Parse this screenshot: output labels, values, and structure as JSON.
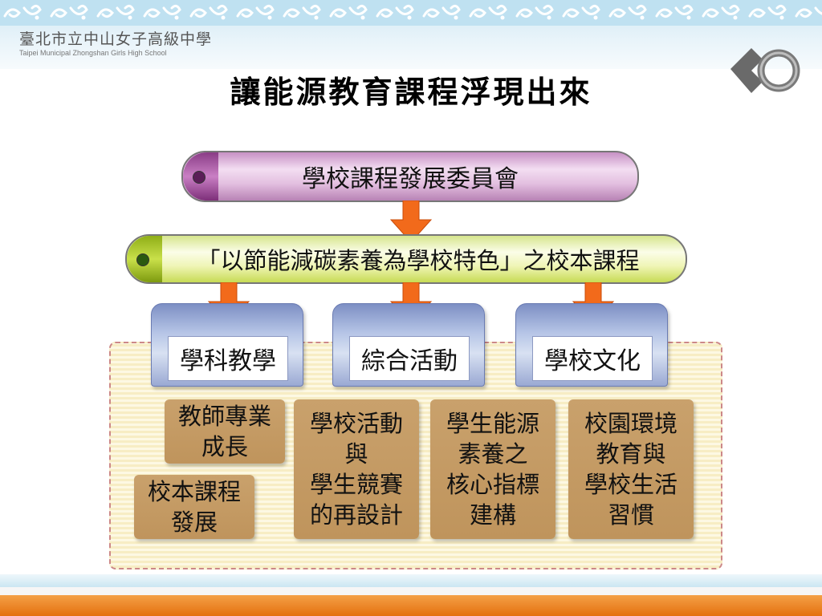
{
  "header": {
    "school_name_zh": "臺北市立中山女子高級中學",
    "school_name_en": "Taipei Municipal Zhongshan Girls High School"
  },
  "title": "讓能源教育課程浮現出來",
  "diagram": {
    "committee": "學校課程發展委員會",
    "school_course": "「以節能減碳素養為學校特色」之校本課程",
    "categories": [
      "學科教學",
      "綜合活動",
      "學校文化"
    ],
    "boxes": {
      "teacher_growth": [
        "教師專業",
        "成長"
      ],
      "school_curriculum": [
        "校本課程",
        "發展"
      ],
      "activity_redesign": [
        "學校活動",
        "與",
        "學生競賽",
        "的再設計"
      ],
      "literacy_indicators": [
        "學生能源",
        "素養之",
        "核心指標",
        "建構"
      ],
      "campus_environment": [
        "校園環境",
        "教育與",
        "學校生活",
        "習慣"
      ]
    }
  },
  "colors": {
    "committee_bar": "#e3bfe0",
    "school_course_bar": "#eff5b6",
    "arrow": "#f26a1b",
    "tab": "#9aa9d3",
    "box": "#c49a62",
    "footer": "#e87a1a"
  },
  "icons": {
    "arrow": "down-arrow-icon",
    "logo": "school-logo-icon"
  }
}
